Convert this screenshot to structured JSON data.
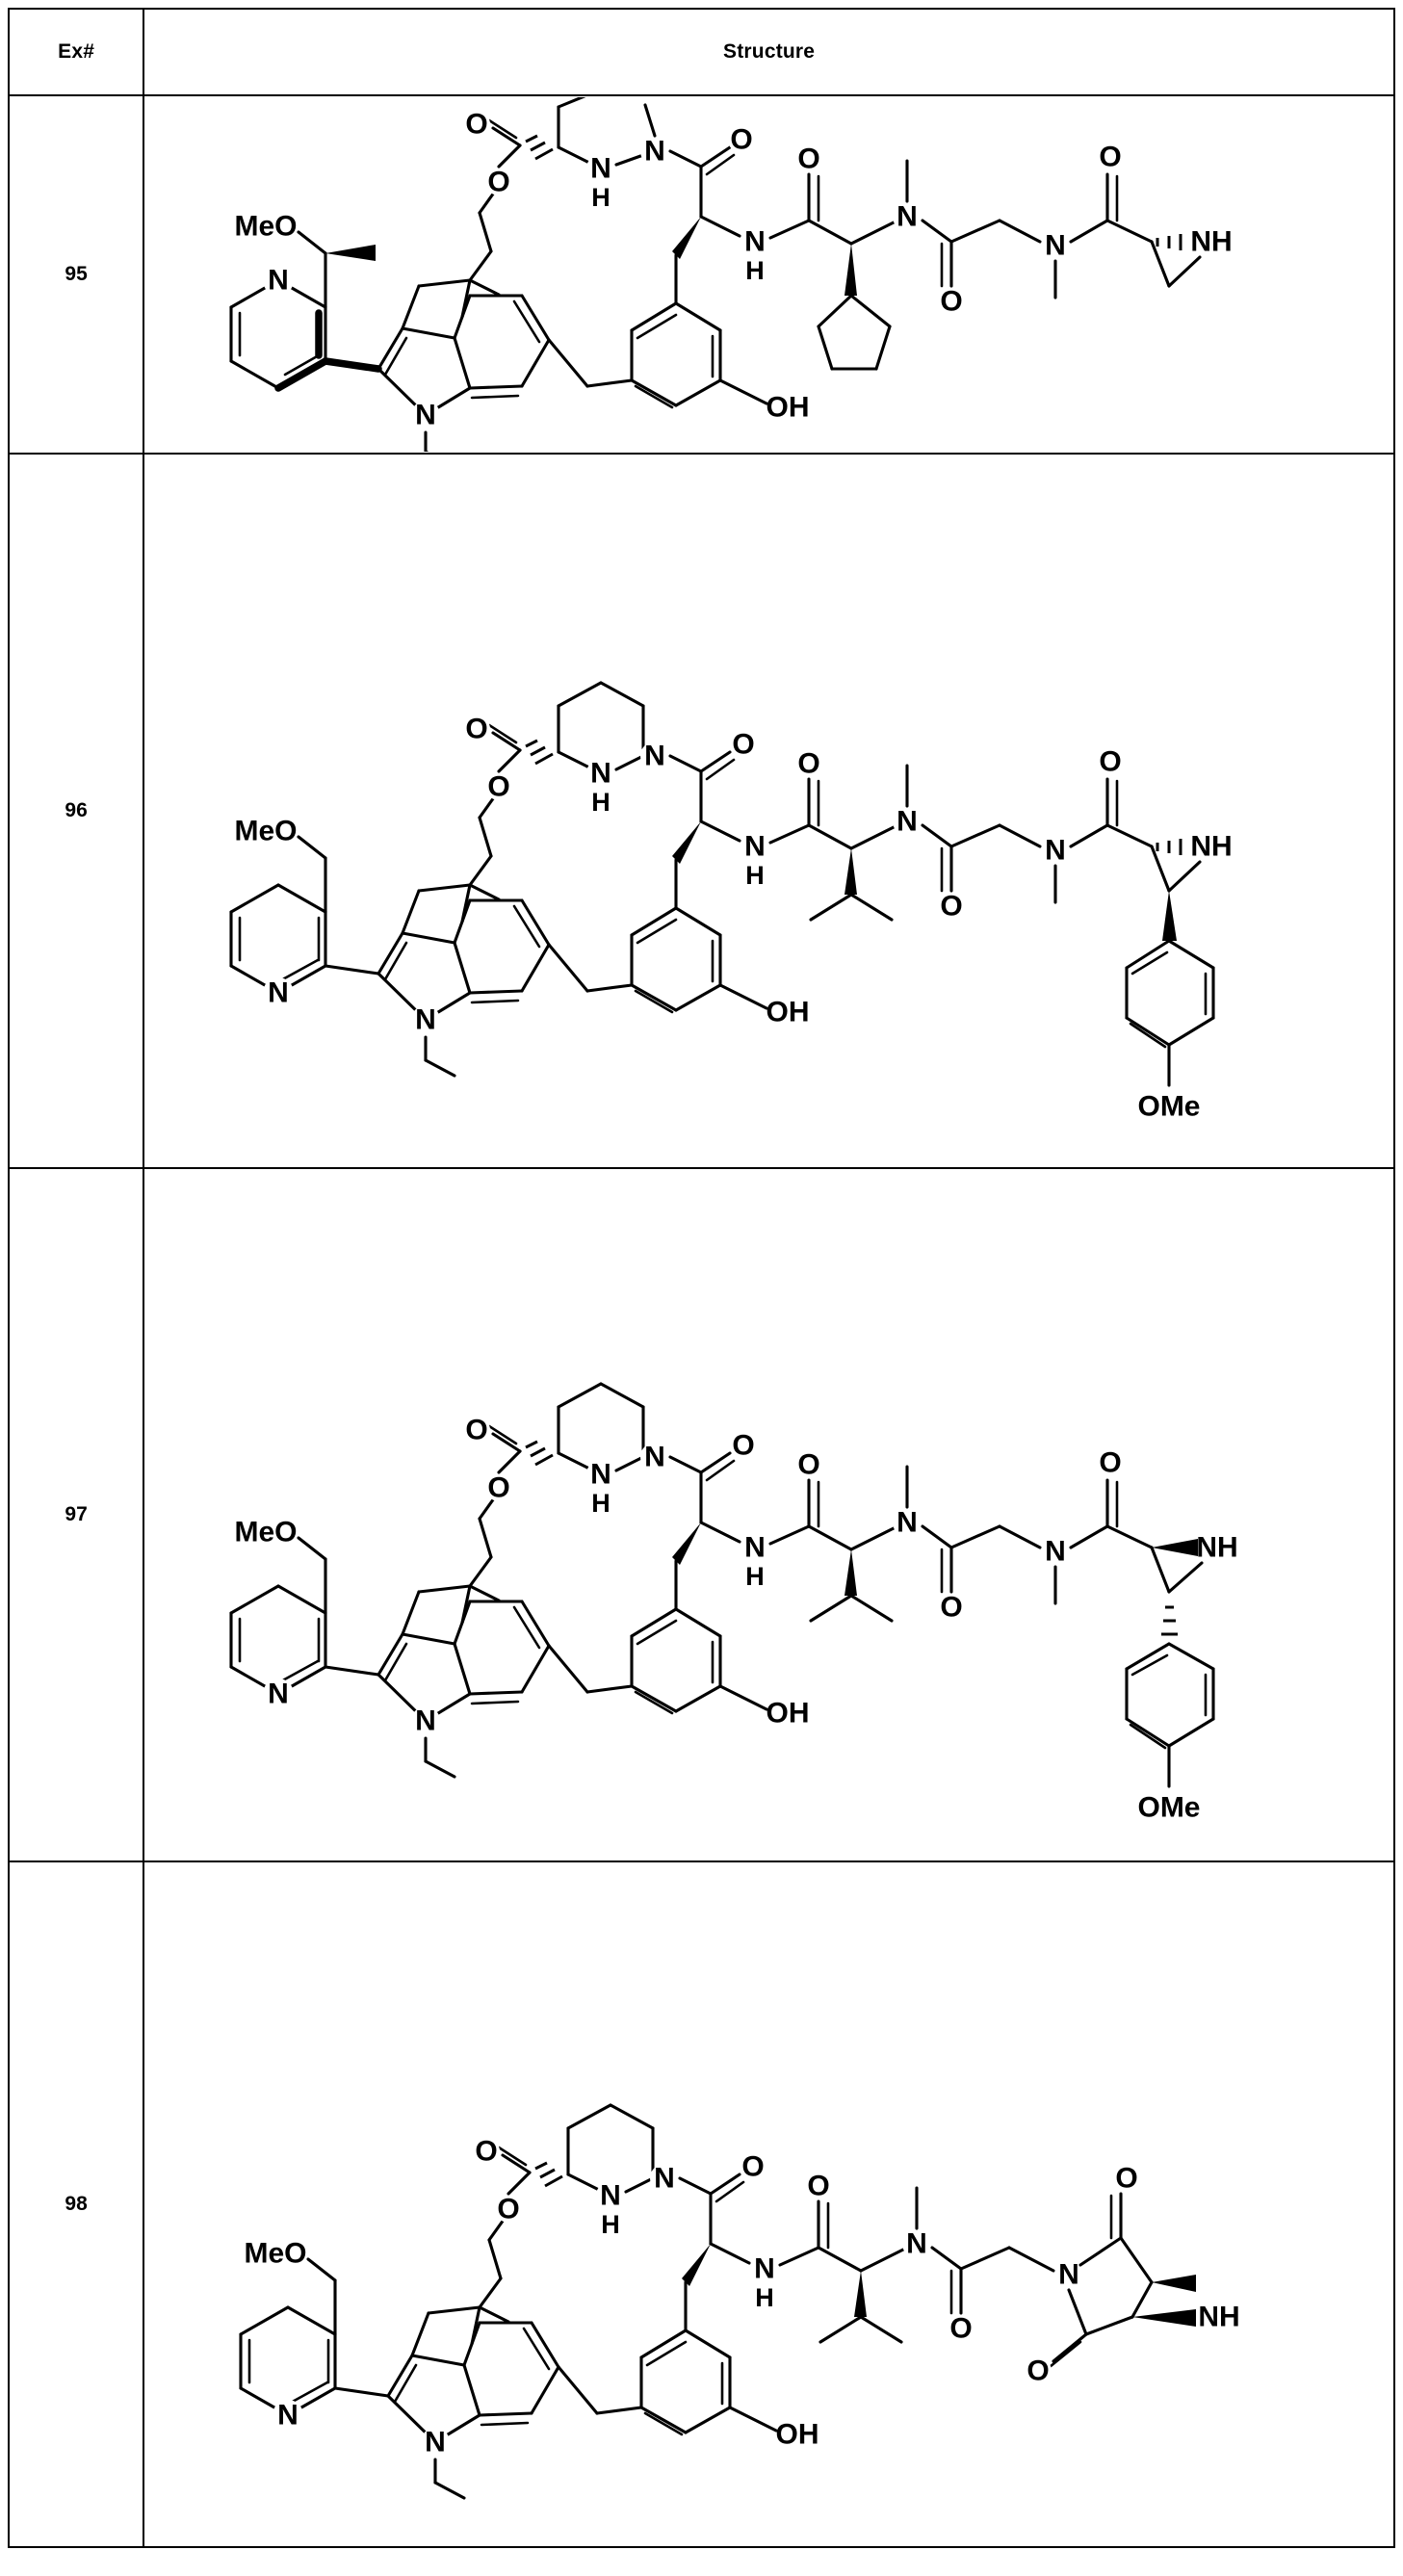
{
  "document": {
    "type": "patent-structure-table",
    "page_background": "#ffffff",
    "ink_color": "#000000"
  },
  "table": {
    "columns": [
      {
        "key": "ex",
        "label": "Ex#"
      },
      {
        "key": "structure",
        "label": "Structure"
      }
    ],
    "rows": [
      {
        "ex": "95",
        "structure_alt": "Macrocyclic peptidomimetic with 2-(1-methoxyethyl)pyridin-3-yl indole, N-ethyl indole, neopentyl ester linked tetrahydropyridazine-3-carboxylate, 3-hydroxy-5-biphenyl alanine, cyclopentylglycine, sarcosine and aziridine-2-carboxamide terminus",
        "labels": [
          "MeO",
          "N",
          "O",
          "O",
          "O",
          "N",
          "H",
          "N",
          "O",
          "N",
          "H",
          "O",
          "N",
          "O",
          "N",
          "O",
          "NH",
          "OH",
          "N"
        ],
        "features": {
          "left_heteroaryl": "pyridine",
          "left_substituent": "MeO-CH(CH3)- stereocenter with bold wedge methyl",
          "indole_n_substituent": "ethyl",
          "alpha_side_chain": "cyclopentyl",
          "terminus": "aziridine-2-carboxamide (NH)",
          "phenol": "OH"
        }
      },
      {
        "ex": "96",
        "structure_alt": "Analogue with 4-(methoxymethyl)pyridin-3-yl indole, valine side chain and 3-(4-methoxyphenyl)aziridine-2-carboxamide terminus drawn with hash to ring NH and bold wedge to the aryl group",
        "labels": [
          "MeO",
          "N",
          "O",
          "O",
          "O",
          "N",
          "H",
          "N",
          "O",
          "N",
          "H",
          "O",
          "N",
          "O",
          "N",
          "O",
          "NH",
          "OMe",
          "OH"
        ],
        "features": {
          "left_heteroaryl": "pyridine",
          "left_substituent": "MeO-CH2-",
          "indole_n_substituent": "ethyl",
          "alpha_side_chain": "isopropyl (valine)",
          "terminus": "3-(4-methoxyphenyl)aziridine-2-carboxamide",
          "aziridine_stereo": "hashed to NH, bold wedge to 4-methoxyphenyl",
          "phenol": "OH"
        }
      },
      {
        "ex": "97",
        "structure_alt": "Stereoisomer of example 96 with bold wedge to the aziridine NH and hashed bond to the 4-methoxyphenyl group",
        "labels": [
          "MeO",
          "N",
          "O",
          "O",
          "O",
          "N",
          "H",
          "N",
          "O",
          "N",
          "H",
          "O",
          "N",
          "O",
          "N",
          "O",
          "NH",
          "OMe",
          "OH"
        ],
        "features": {
          "left_heteroaryl": "pyridine",
          "left_substituent": "MeO-CH2-",
          "indole_n_substituent": "ethyl",
          "alpha_side_chain": "isopropyl (valine)",
          "terminus": "3-(4-methoxyphenyl)aziridine-2-carboxamide",
          "aziridine_stereo": "bold wedge to NH, hashed to 4-methoxyphenyl",
          "phenol": "OH"
        }
      },
      {
        "ex": "98",
        "structure_alt": "Analogue terminating in a 1-substituted 3-azabicyclo[3.1.0] succinimide-fused aziridine (2,4-dioxo imide with bridging NH aziridine)",
        "labels": [
          "MeO",
          "N",
          "O",
          "O",
          "O",
          "N",
          "H",
          "N",
          "O",
          "N",
          "H",
          "O",
          "N",
          "O",
          "N",
          "O",
          "O",
          "NH",
          "OH"
        ],
        "features": {
          "left_heteroaryl": "pyridine",
          "left_substituent": "MeO-CH2-",
          "indole_n_substituent": "ethyl",
          "alpha_side_chain": "isopropyl (valine)",
          "terminus": "succinimide-fused aziridine (2,4-dioxo-3-aza-bicyclic NH)",
          "phenol": "OH"
        }
      }
    ]
  }
}
